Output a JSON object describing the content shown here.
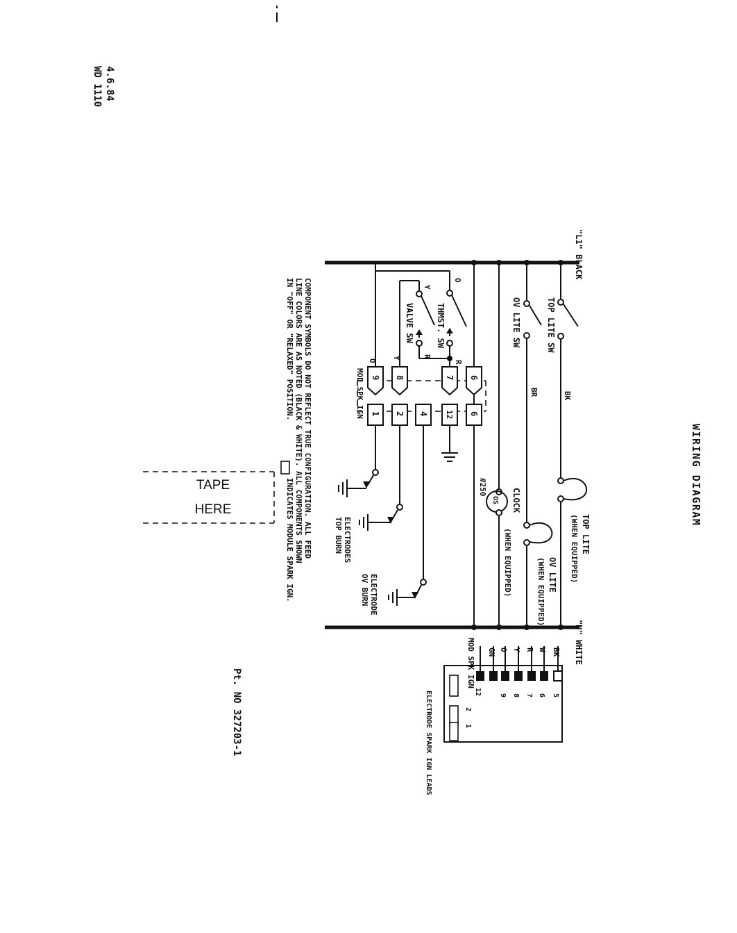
{
  "header": {
    "date": "4.6.84",
    "doc_code": "WD 1110"
  },
  "title": "WIRING DIAGRAM",
  "part_number": "Pt. NO 327203-1",
  "tape": {
    "line1": "TAPE",
    "line2": "HERE"
  },
  "power": {
    "l1": "\"L1\" BLACK",
    "neutral": "\"N\" WHITE"
  },
  "switches": {
    "top_lite": "TOP LITE SW",
    "ov_lite": "OV LITE SW",
    "thmst": "THMST. SW",
    "valve": "VALVE SW"
  },
  "wire_colors": {
    "bk": "BK",
    "br": "BR",
    "r": "R",
    "o": "O",
    "y": "Y",
    "w": "W",
    "gn": "GN"
  },
  "module": {
    "label": "MOD SPK IGN",
    "left_pins": [
      "6",
      "7",
      "8",
      "9"
    ],
    "right_pins": [
      "6",
      "12",
      "4",
      "2",
      "1"
    ],
    "pin_labels": [
      "5",
      "6",
      "7",
      "8",
      "9",
      "12",
      "4",
      "2",
      "1"
    ]
  },
  "loads": {
    "top_lite": "TOP LITE",
    "top_lite_note": "(WHEN EQUIPPED)",
    "ov_lite": "OV LITE",
    "ov_lite_note": "(WHEN EQUIPPED)",
    "clock": "CLOCK",
    "clock_note": "(WHEN EQUIPPED)",
    "clock_number": "#250",
    "clock_symbol": "OS"
  },
  "electrodes": {
    "top_burn_line1": "ELECTRODES",
    "top_burn_line2": "TOP BURN",
    "ov_burn_line1": "ELECTRODE",
    "ov_burn_line2": "OV BURN"
  },
  "connector": {
    "side_label": "MOD SPK IGN",
    "electrode_label": "ELECTRODE SPARK IGN LEADS"
  },
  "notes": {
    "line1": "COMPONENT SYMBOLS DO NOT REFLECT TRUE CONFIGURATION. ALL FEED",
    "line2": "LINE COLORS ARE AS NOTED (BLACK & WHITE). ALL COMPONENTS SHOWN",
    "line3": "IN \"OFF\" OR \"RELAXED\" POSITION.",
    "indicates": "INDICATES MODULE SPARK IGN."
  }
}
